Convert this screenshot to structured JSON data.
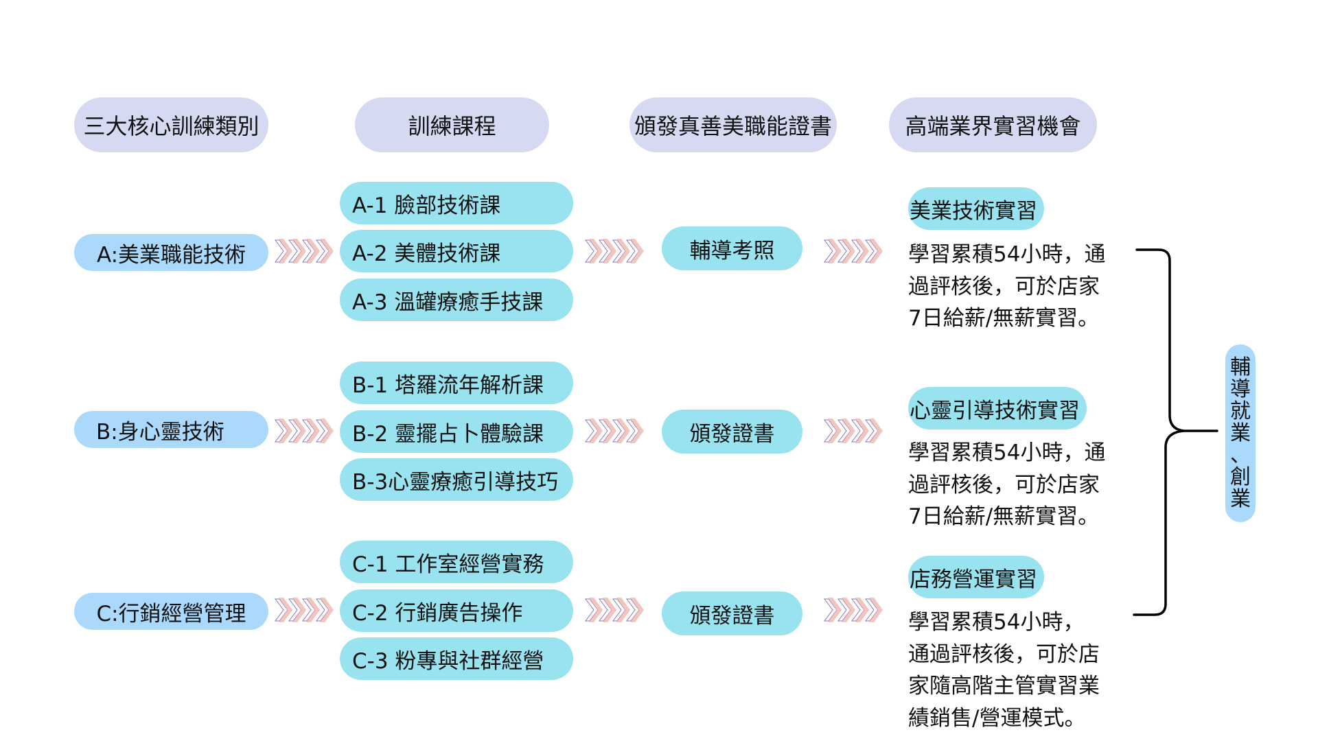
{
  "headers": [
    "三大核心訓練類別",
    "訓練課程",
    "頒發真善美職能證書",
    "高端業界實習機會"
  ],
  "categories": [
    {
      "label": "A:美業職能技術",
      "courses": [
        "A-1 臉部技術課",
        "A-2 美體技術課",
        "A-3 溫罐療癒手技課"
      ],
      "certificate": "輔導考照",
      "internship": {
        "title": "美業技術實習",
        "description": [
          "學習累積54小時，通",
          "過評核後，可於店家",
          "7日給薪/無薪實習。"
        ]
      }
    },
    {
      "label": "B:身心靈技術",
      "courses": [
        "B-1 塔羅流年解析課",
        "B-2 靈擺占卜體驗課",
        "B-3心靈療癒引導技巧"
      ],
      "certificate": "頒發證書",
      "internship": {
        "title": "心靈引導技術實習",
        "description": [
          "學習累積54小時，通",
          "過評核後，可於店家",
          "7日給薪/無薪實習。"
        ]
      }
    },
    {
      "label": "C:行銷經營管理",
      "courses": [
        "C-1 工作室經營實務",
        "C-2 行銷廣告操作",
        "C-3 粉專與社群經營"
      ],
      "certificate": "頒發證書",
      "internship": {
        "title": "店務營運實習",
        "description": [
          "學習累積54小時，",
          "通過評核後，可於店",
          "家隨高階主管實習業",
          "績銷售/營運模式。"
        ]
      }
    }
  ],
  "outcome": [
    "輔",
    "導",
    "就",
    "業",
    "、",
    "創",
    "業"
  ],
  "icons": {
    "arrow": "chevron-right-quad-icon",
    "bracket": "curly-brace-icon"
  },
  "colors": {
    "header": "#d5d9f1",
    "category": "#aad9fb",
    "course": "#98e3ef",
    "chevron_fill": "#f2c6bf",
    "chevron_outline": "#8a76b8"
  }
}
